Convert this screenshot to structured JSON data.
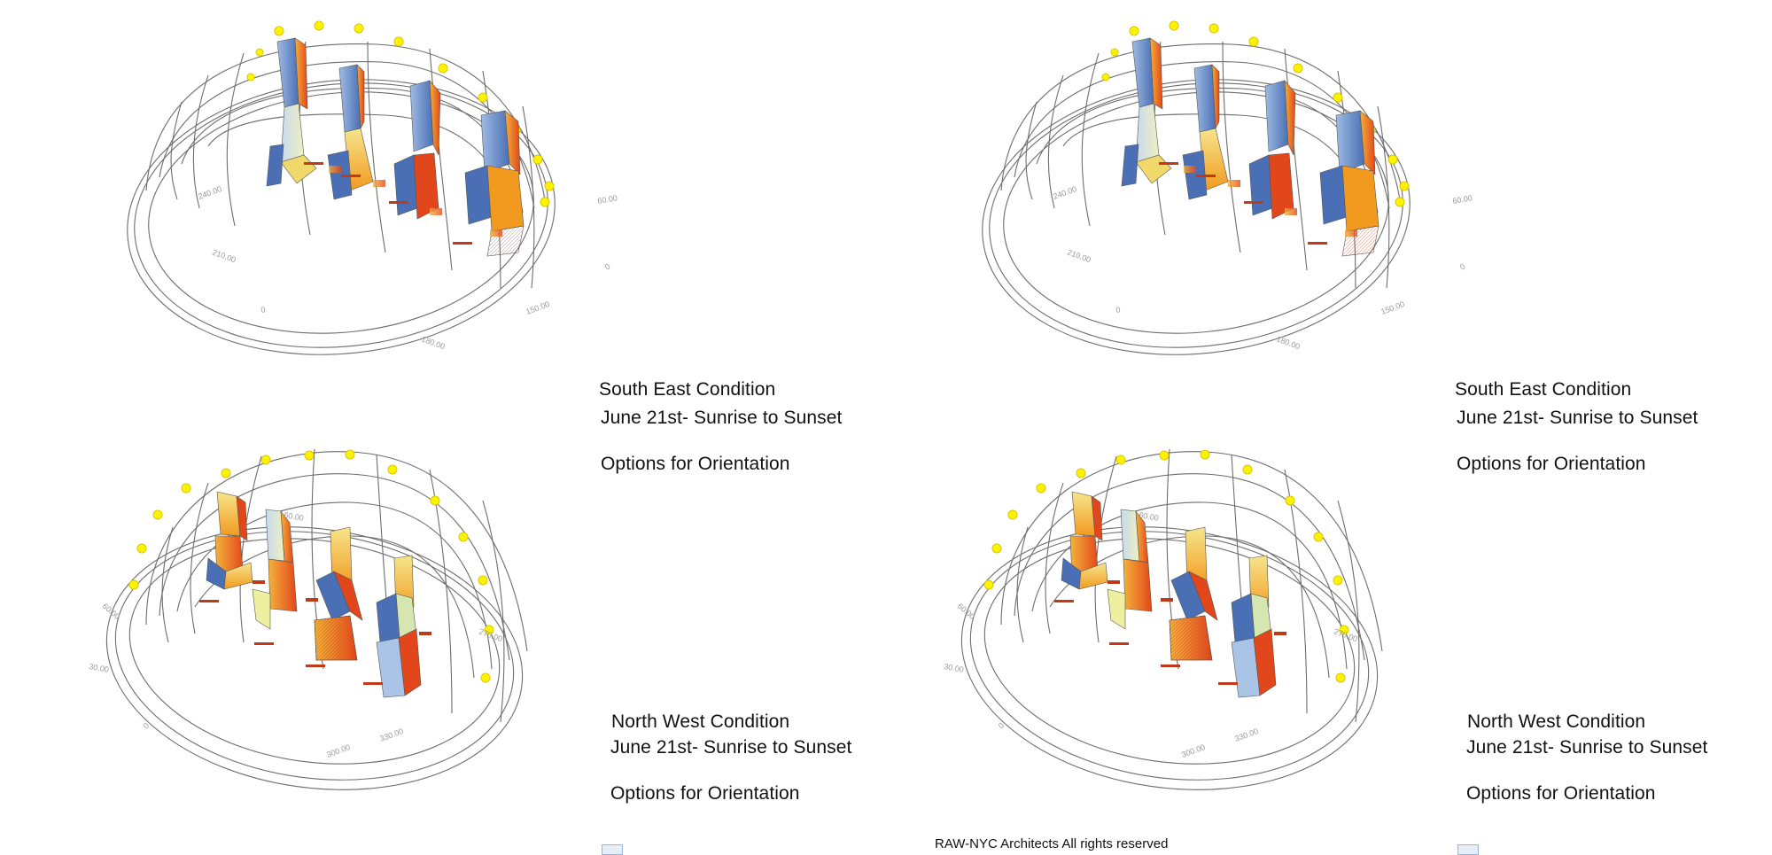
{
  "colors": {
    "sun": "#fff200",
    "sun_stroke": "#d8c800",
    "dome_line": "#6d6d6d",
    "blue": "#4a6fb5",
    "light_blue": "#a9c4e6",
    "yellow": "#f2e27a",
    "orange": "#f29a1f",
    "red": "#e2471b"
  },
  "panels": [
    {
      "id": "se-left",
      "caption_title": "South East Condition",
      "caption_date": "June 21st- Sunrise to Sunset",
      "caption_options": "Options for Orientation"
    },
    {
      "id": "se-right",
      "caption_title": "South East Condition",
      "caption_date": "June 21st- Sunrise to Sunset",
      "caption_options": "Options for Orientation"
    },
    {
      "id": "nw-left",
      "caption_title": "North West Condition",
      "caption_date": "June 21st- Sunrise to Sunset",
      "caption_options": "Options for Orientation"
    },
    {
      "id": "nw-right",
      "caption_title": "North West Condition",
      "caption_date": "June 21st- Sunrise to Sunset",
      "caption_options": "Options for Orientation"
    }
  ],
  "footer": "RAW-NYC Architects All rights reserved"
}
